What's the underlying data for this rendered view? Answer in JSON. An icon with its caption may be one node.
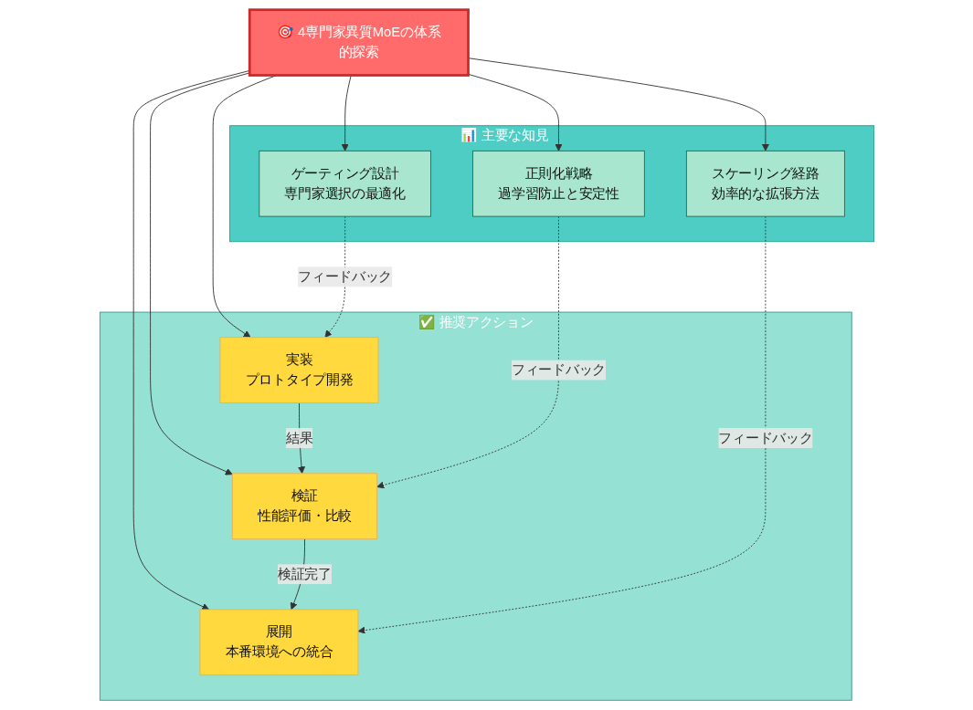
{
  "diagram": {
    "nodes": [
      {
        "text": [
          "🎯 4専門家異質MoEの体系的探索"
        ]
      },
      {
        "text": [
          "📊 主要な知見"
        ]
      },
      {
        "text": [
          "スケーリング経路",
          "効率的な拡張方法"
        ],
        "in": 1
      },
      {
        "text": [
          "正則化戦略",
          "過学習防止と安定性"
        ],
        "in": 1
      },
      {
        "text": [
          "ゲーティング設計",
          "専門家選択の最適化"
        ],
        "in": 1
      },
      {
        "text": [
          "✅ 推奨アクション"
        ]
      },
      {
        "text": [
          "実装",
          "プロトタイプ開発"
        ],
        "in": 5
      },
      {
        "text": [
          "検証",
          "性能評価・比較"
        ],
        "in": 5
      },
      {
        "text": [
          "展開",
          "本番環境への統合"
        ],
        "in": 5
      }
    ],
    "edges": [
      {
        "from": 0,
        "to": 8,
        "arrow": "to"
      },
      {
        "from": 0,
        "to": 7,
        "arrow": "to"
      },
      {
        "from": 0,
        "to": 6,
        "arrow": "to"
      },
      {
        "from": 0,
        "to": 4,
        "arrow": "to"
      },
      {
        "from": 0,
        "to": 3,
        "arrow": "to"
      },
      {
        "from": 0,
        "to": 2,
        "arrow": "to"
      },
      {
        "from": 2,
        "to": 8,
        "arrow": "to",
        "label": "フィードバック",
        "style": "dashed"
      },
      {
        "from": 3,
        "to": 7,
        "arrow": "to",
        "label": "フィードバック",
        "style": "dashed"
      },
      {
        "from": 4,
        "to": 6,
        "arrow": "to",
        "label": "フィードバック",
        "style": "dashed"
      },
      {
        "from": 6,
        "to": 7,
        "arrow": "to",
        "label": "結果"
      },
      {
        "from": 7,
        "to": 8,
        "arrow": "to",
        "label": "検証完了"
      }
    ]
  }
}
